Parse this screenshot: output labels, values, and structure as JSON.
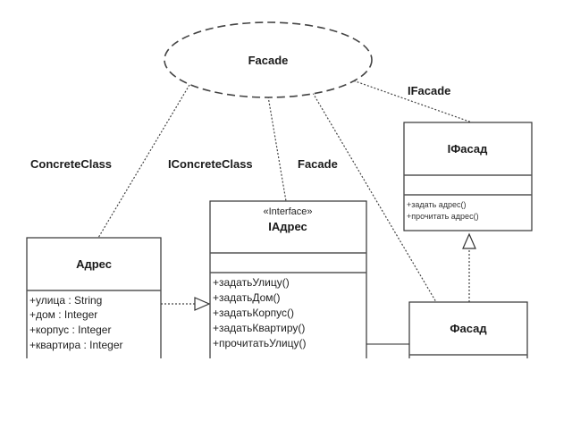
{
  "collaboration": {
    "name": "Facade"
  },
  "roles": {
    "concrete_class": "ConcreteClass",
    "iconcrete_class": "IConcreteClass",
    "facade": "Facade",
    "ifacade": "IFacade"
  },
  "classes": {
    "ifasad": {
      "name": "IФасад",
      "operations": [
        "+задать адрес()",
        "+прочитать адрес()"
      ]
    },
    "iadres": {
      "stereotype": "«Interface»",
      "name": "IАдрес",
      "operations": [
        "+задатьУлицу()",
        "+задатьДом()",
        "+задатьКорпус()",
        "+задатьКвартиру()",
        "+прочитатьУлицу()"
      ]
    },
    "adres": {
      "name": "Адрес",
      "attributes": [
        "+улица : String",
        "+дом : Integer",
        "+корпус : Integer",
        "+квартира : Integer"
      ]
    },
    "fasad": {
      "name": "Фасад"
    }
  }
}
